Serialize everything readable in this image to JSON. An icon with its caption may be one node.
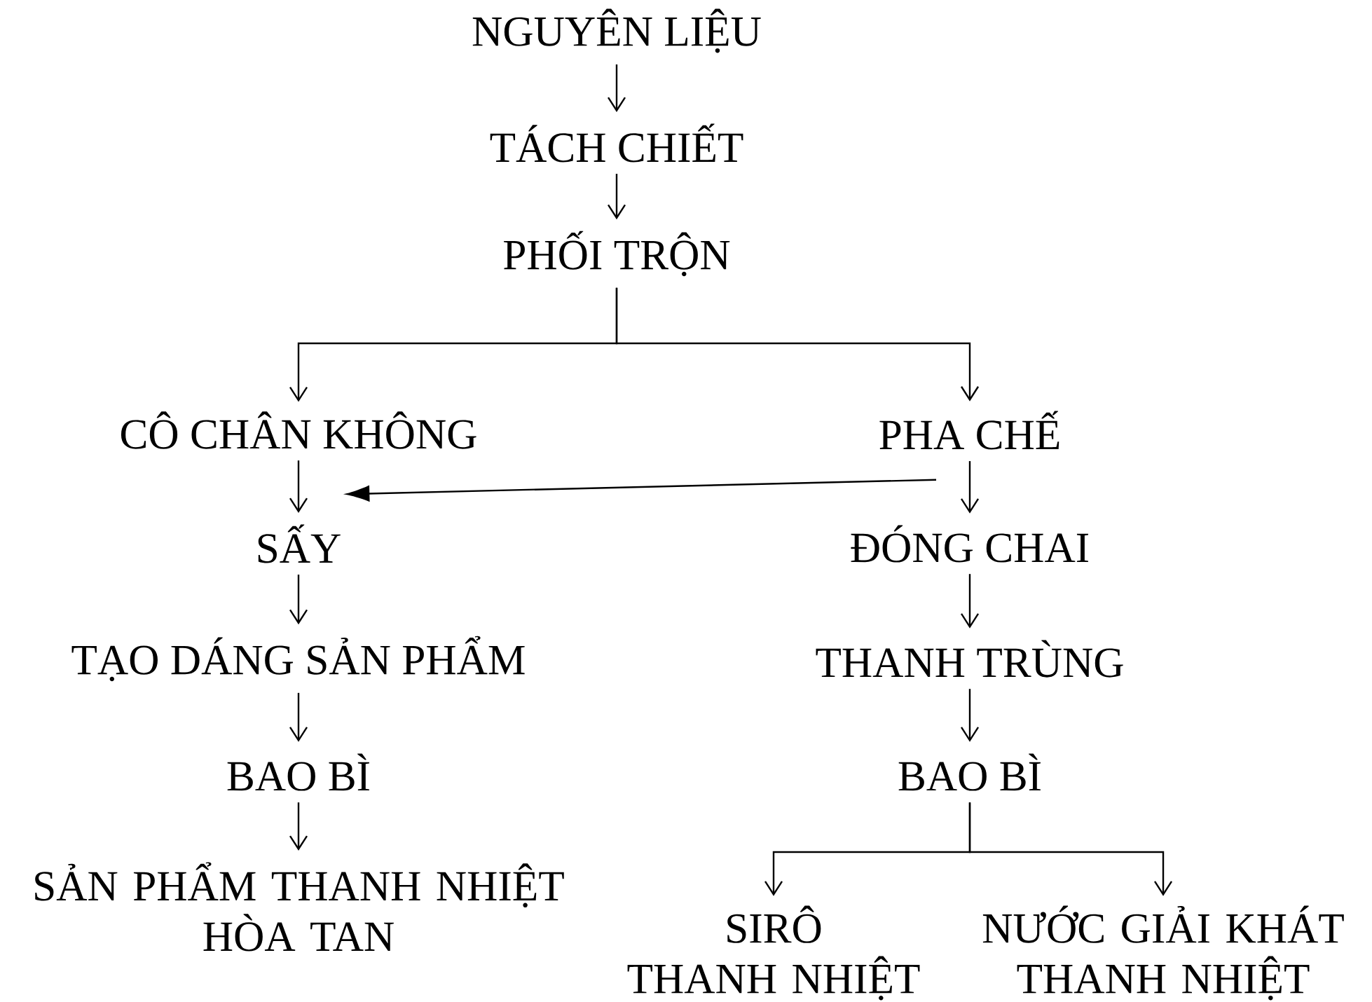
{
  "diagram": {
    "nodes": [
      {
        "text": [
          "NGUYÊN LIỆU"
        ]
      },
      {
        "text": [
          "TÁCH CHIẾT"
        ]
      },
      {
        "text": [
          "PHỐI TRỘN"
        ]
      },
      {
        "text": [
          "CÔ CHÂN KHÔNG"
        ]
      },
      {
        "text": [
          "PHA CHẾ"
        ]
      },
      {
        "text": [
          "SẤY"
        ]
      },
      {
        "text": [
          "TẠO DÁNG SẢN PHẨM"
        ]
      },
      {
        "text": [
          "BAO BÌ"
        ]
      },
      {
        "text": [
          "SẢN PHẨM THANH NHIỆT HÒA TAN"
        ]
      },
      {
        "text": [
          "ĐÓNG CHAI"
        ]
      },
      {
        "text": [
          "THANH TRÙNG"
        ]
      },
      {
        "text": [
          "BAO BÌ"
        ]
      },
      {
        "text": [
          "SIRÔ THANH NHIỆT"
        ]
      },
      {
        "text": [
          "NƯỚC GIẢI KHÁT THANH NHIỆT"
        ]
      }
    ],
    "edges": [
      {
        "from": 0,
        "to": 1,
        "arrow": "to"
      },
      {
        "from": 1,
        "to": 2,
        "arrow": "to"
      },
      {
        "from": 2,
        "to": 3,
        "arrow": "to"
      },
      {
        "from": 2,
        "to": 4,
        "arrow": "to"
      },
      {
        "from": 3,
        "to": 5,
        "arrow": "to"
      },
      {
        "from": 4,
        "to": 9,
        "arrow": "to"
      },
      {
        "from": 4,
        "to": 5,
        "arrow": "to"
      },
      {
        "from": 5,
        "to": 6,
        "arrow": "to"
      },
      {
        "from": 6,
        "to": 7,
        "arrow": "to"
      },
      {
        "from": 7,
        "to": 8,
        "arrow": "to"
      },
      {
        "from": 9,
        "to": 10,
        "arrow": "to"
      },
      {
        "from": 10,
        "to": 11,
        "arrow": "to"
      },
      {
        "from": 11,
        "to": 12,
        "arrow": "to"
      },
      {
        "from": 11,
        "to": 13,
        "arrow": "to"
      }
    ]
  }
}
